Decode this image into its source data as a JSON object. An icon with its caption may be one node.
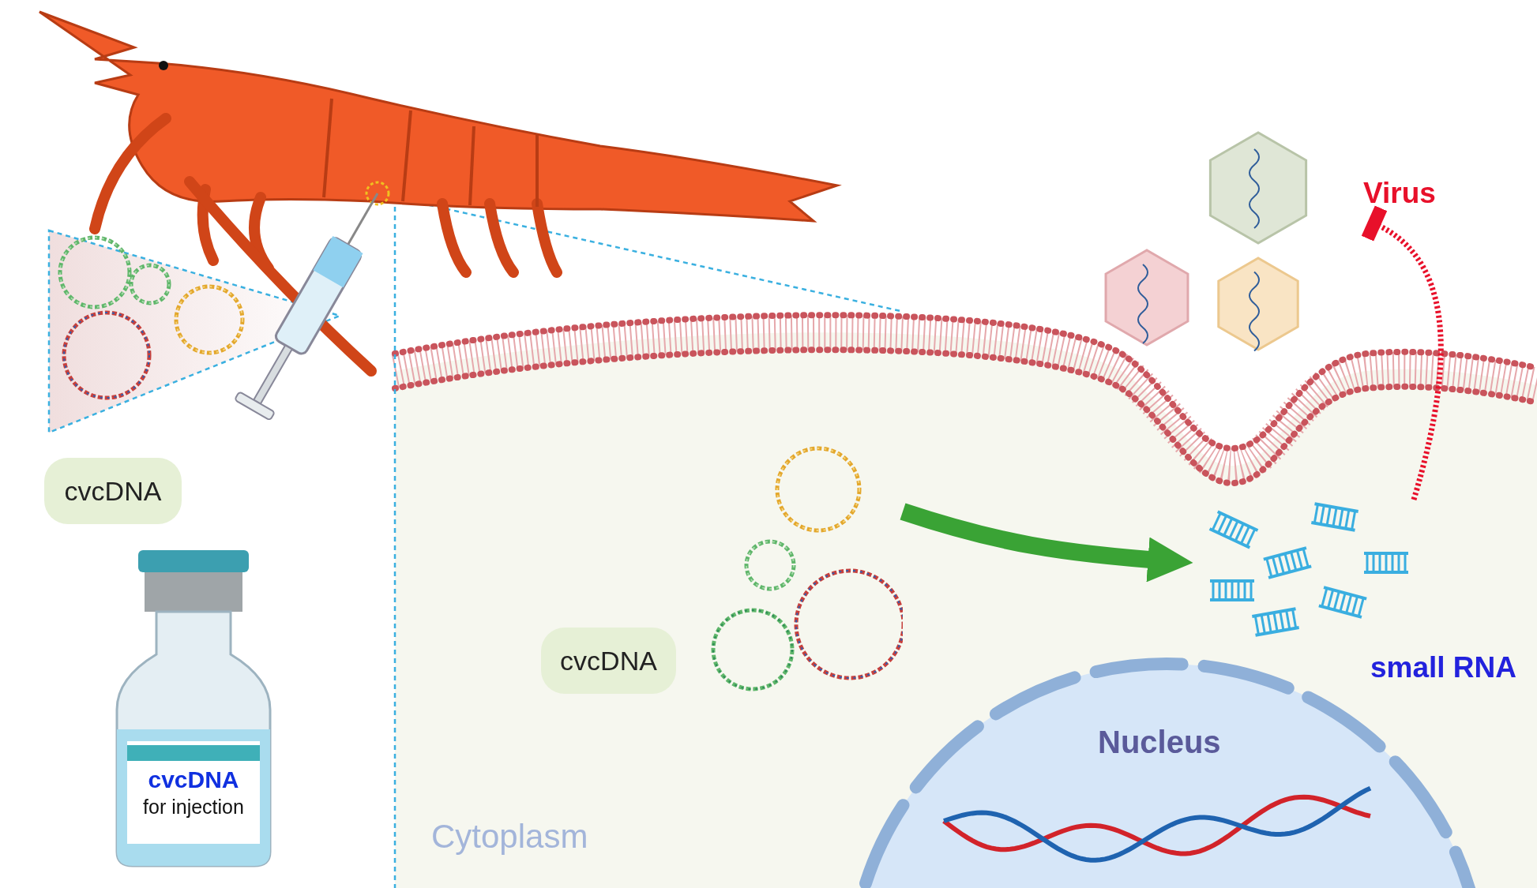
{
  "diagram": {
    "nodes": [
      {
        "text": [
          "cvcDNA"
        ]
      },
      {
        "text": [
          "cvcDNA",
          "for injection"
        ]
      },
      {
        "text": [
          "cvcDNA"
        ]
      },
      {
        "text": [],
        "shape": "picture"
      },
      {
        "text": [
          "small RNA"
        ]
      },
      {
        "text": [
          "Virus"
        ]
      },
      {
        "text": [
          "Nucleus"
        ]
      }
    ],
    "edges": [
      {
        "from": 3,
        "to": 4,
        "arrow": "to",
        "style": "thick",
        "color": "#3aa335"
      },
      {
        "from": 4,
        "to": 5,
        "arrow": "other",
        "style": "dashed",
        "color": "#e8102a"
      }
    ],
    "labels": [
      "Cytoplasm"
    ]
  }
}
